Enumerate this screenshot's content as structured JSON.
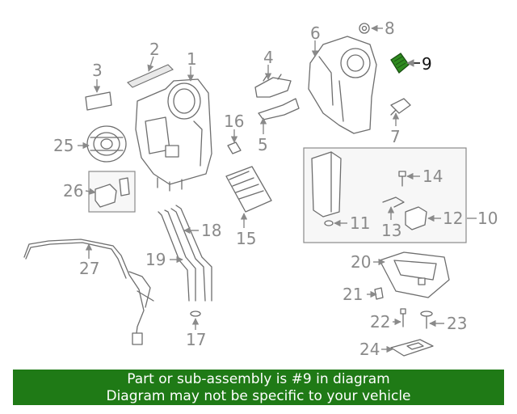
{
  "callouts": [
    {
      "id": "1",
      "label": "1"
    },
    {
      "id": "2",
      "label": "2"
    },
    {
      "id": "3",
      "label": "3"
    },
    {
      "id": "4",
      "label": "4"
    },
    {
      "id": "5",
      "label": "5"
    },
    {
      "id": "6",
      "label": "6"
    },
    {
      "id": "7",
      "label": "7"
    },
    {
      "id": "8",
      "label": "8"
    },
    {
      "id": "9",
      "label": "9"
    },
    {
      "id": "10",
      "label": "10"
    },
    {
      "id": "11",
      "label": "11"
    },
    {
      "id": "12",
      "label": "12"
    },
    {
      "id": "13",
      "label": "13"
    },
    {
      "id": "14",
      "label": "14"
    },
    {
      "id": "15",
      "label": "15"
    },
    {
      "id": "16",
      "label": "16"
    },
    {
      "id": "17",
      "label": "17"
    },
    {
      "id": "18",
      "label": "18"
    },
    {
      "id": "19",
      "label": "19"
    },
    {
      "id": "20",
      "label": "20"
    },
    {
      "id": "21",
      "label": "21"
    },
    {
      "id": "22",
      "label": "22"
    },
    {
      "id": "23",
      "label": "23"
    },
    {
      "id": "24",
      "label": "24"
    },
    {
      "id": "25",
      "label": "25"
    },
    {
      "id": "26",
      "label": "26"
    },
    {
      "id": "27",
      "label": "27"
    }
  ],
  "highlighted_part": "9",
  "highlight_color": "#2e8b1f",
  "banner": {
    "line1": "Part or sub-assembly is #9 in diagram",
    "line2": "Diagram may not be specific to your vehicle",
    "background": "#1f7a16"
  }
}
